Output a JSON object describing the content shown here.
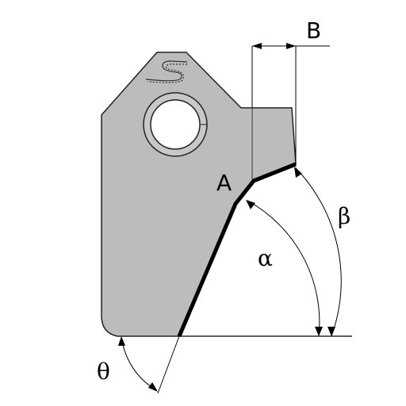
{
  "labels": {
    "A": "A",
    "B": "B",
    "alpha": "α",
    "beta": "β",
    "theta": "θ"
  },
  "colors": {
    "body_fill": "#bcbcbc",
    "outline": "#222222",
    "cutting_edge": "#000000",
    "hole_fill": "#ffffff",
    "background": "#ffffff"
  },
  "icons": {
    "logo": "s-logo-icon"
  }
}
